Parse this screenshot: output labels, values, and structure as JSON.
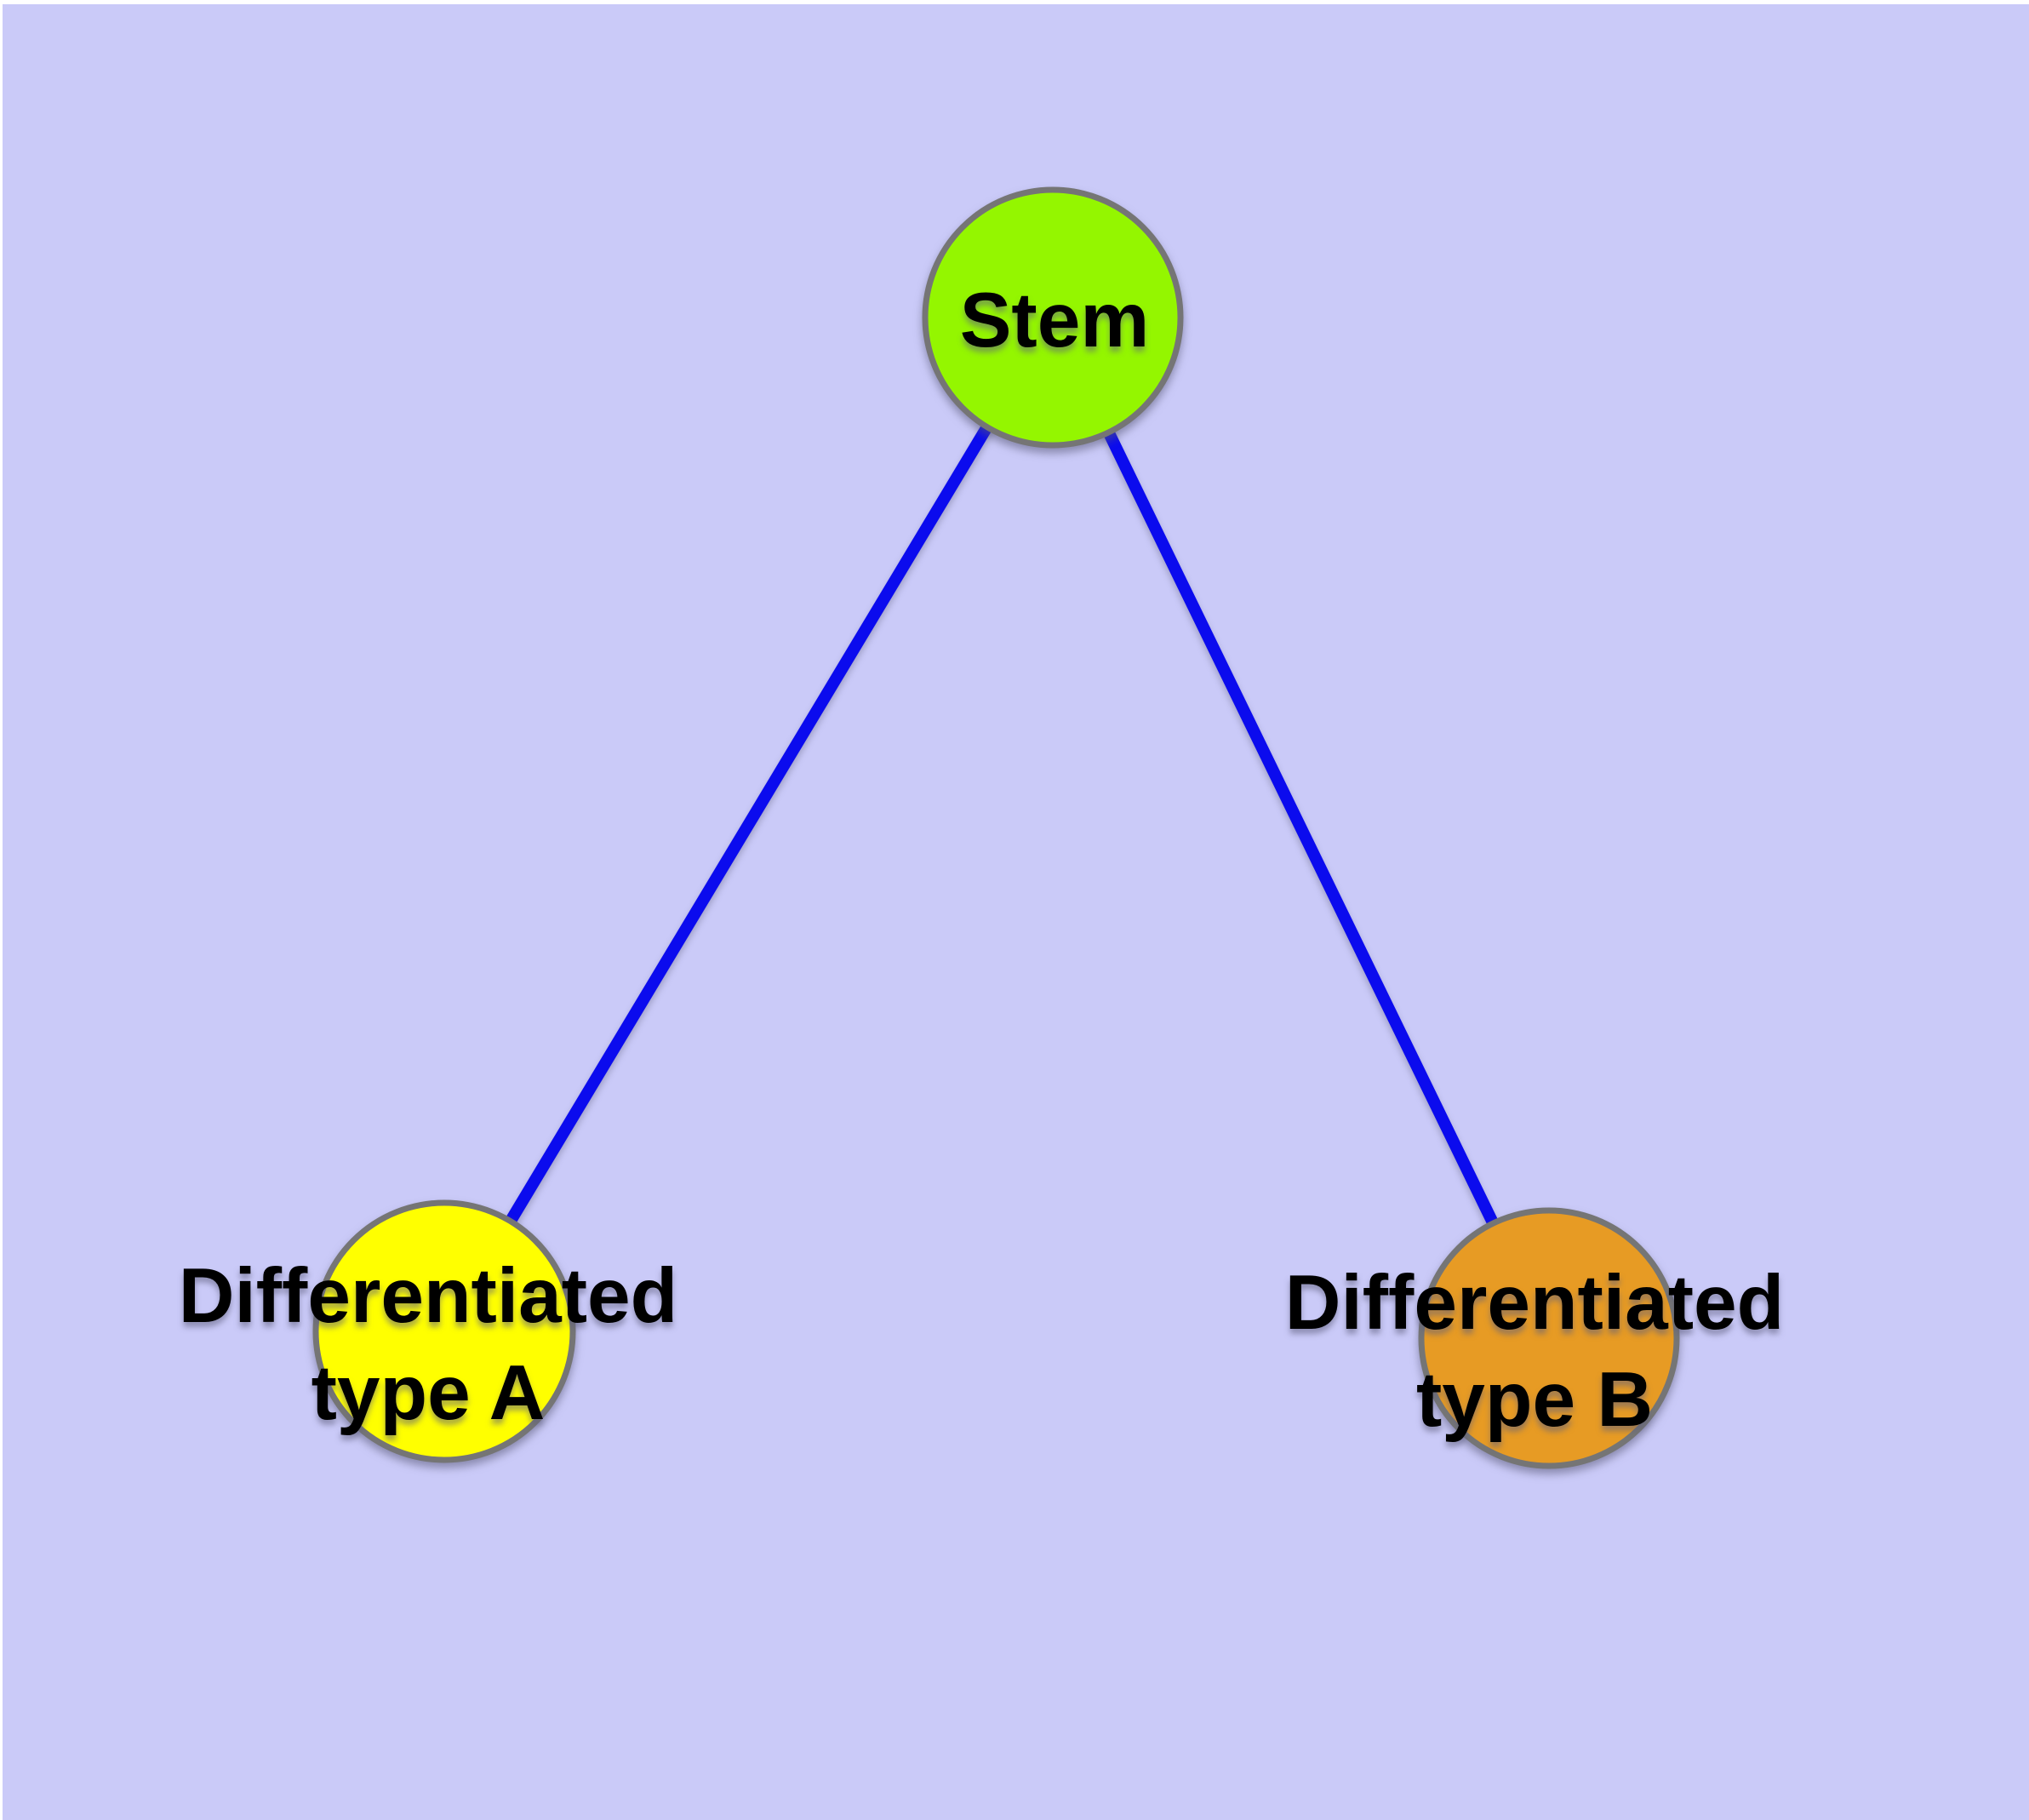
{
  "canvas": {
    "background_color": "#CACAF8",
    "frame_color": "#FFFFFF"
  },
  "graph": {
    "edge_color": "#0B0BEE",
    "node_border_color": "#757575",
    "nodes": {
      "stem": {
        "label": "Stem",
        "fill": "#94F600"
      },
      "type_a": {
        "label": "Differentiated\ntype A",
        "fill": "#FFFF00"
      },
      "type_b": {
        "label": "Differentiated\ntype B",
        "fill": "#E79B24"
      }
    },
    "edges": [
      {
        "from": "stem",
        "to": "type_a"
      },
      {
        "from": "stem",
        "to": "type_b"
      }
    ]
  }
}
